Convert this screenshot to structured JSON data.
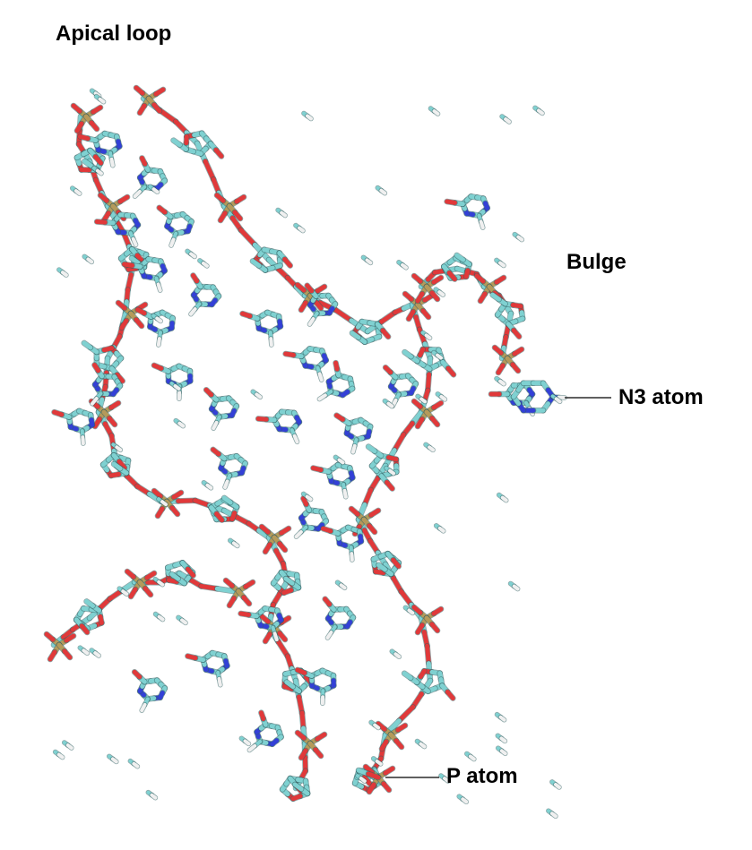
{
  "labels": {
    "apical_loop": "Apical loop",
    "bulge": "Bulge",
    "n3_atom": "N3 atom",
    "p_atom": "P atom"
  },
  "colors": {
    "carbon": "#7fd1d1",
    "carbon_dark": "#5fb9bb",
    "oxygen": "#e0393a",
    "nitrogen": "#3340d6",
    "phosphorus": "#b59a5a",
    "hydrogen": "#f0f0f0",
    "leader_line": "#000000"
  },
  "icons": {
    "molecule": "rna-stick-model"
  }
}
